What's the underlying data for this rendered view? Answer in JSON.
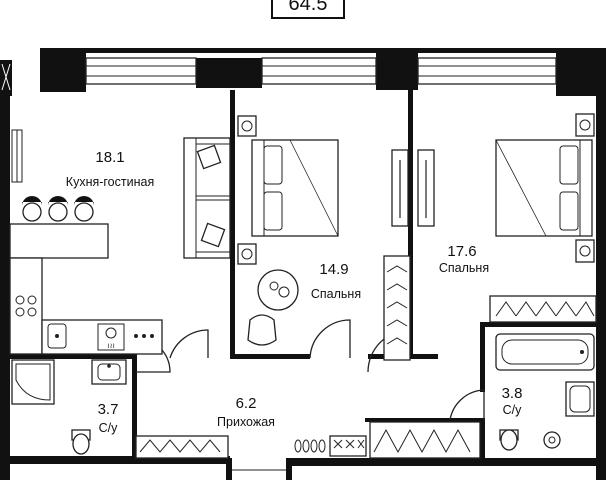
{
  "plan": {
    "total_area": "64.5",
    "rooms": [
      {
        "id": "kitchen",
        "area": "18.1",
        "name": "Кухня-гостиная"
      },
      {
        "id": "bedroom1",
        "area": "14.9",
        "name": "Спальня"
      },
      {
        "id": "bedroom2",
        "area": "17.6",
        "name": "Спальня"
      },
      {
        "id": "hallway",
        "area": "6.2",
        "name": "Прихожая"
      },
      {
        "id": "bath1",
        "area": "3.7",
        "name": "С/у"
      },
      {
        "id": "bath2",
        "area": "3.8",
        "name": "С/у"
      }
    ]
  }
}
